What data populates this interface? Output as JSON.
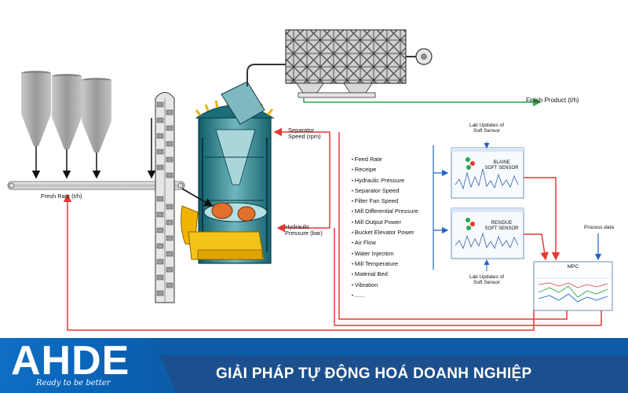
{
  "labels": {
    "finish_product": "Finish Product (t/h)",
    "separator_speed": "Separator\nSpeed (rpm)",
    "hydraulic_pressure": "Hydraulic\nPressure (bar)",
    "fresh_rate": "Fresh Rate (t/h)",
    "lab_updates_top": "Lab Updates of\nSoft Sensor",
    "lab_updates_bottom": "Lab Updates of\nSoft Sensor",
    "process_data": "Process data",
    "mpc": "MPC",
    "blaine_sensor": "BLAINE\nSOFT SENSOR",
    "residue_sensor": "RESIDUE\nSOFT SENSOR"
  },
  "process_variables": [
    "Feed Rate",
    "Receipe",
    "Hydraulic Pressure",
    "Separator Speed",
    "Filter Fan Speed",
    "Mill Differential Pressure",
    "Mill Output Power",
    "Bucket Elevator Power",
    "Air Flow",
    "Water Injection",
    "Mill Temperature",
    "Material Bed",
    "Vibration",
    "......"
  ],
  "footer": {
    "logo": "AHDE",
    "tagline": "Ready to be better",
    "title": "GIẢI PHÁP TỰ ĐỘNG HOÁ DOANH NGHIỆP"
  },
  "colors": {
    "red_signal": "#e53935",
    "blue_signal": "#1e63c9",
    "green_product": "#2aa84a",
    "footer_blue": "#0c5ca8"
  }
}
